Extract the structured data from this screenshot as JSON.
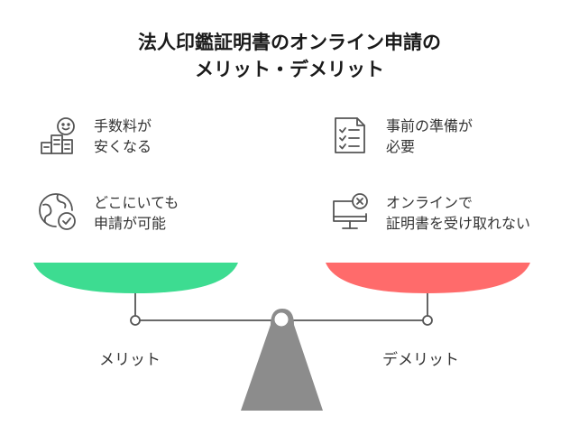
{
  "title": {
    "line1": "法人印鑑証明書のオンライン申請の",
    "line2": "メリット・デメリット"
  },
  "merits": [
    {
      "icon": "happy-building-icon",
      "line1": "手数料が",
      "line2": "安くなる"
    },
    {
      "icon": "globe-check-icon",
      "line1": "どこにいても",
      "line2": "申請が可能"
    }
  ],
  "demerits": [
    {
      "icon": "checklist-icon",
      "line1": "事前の準備が",
      "line2": "必要"
    },
    {
      "icon": "monitor-x-icon",
      "line1": "オンラインで",
      "line2": "証明書を受け取れない"
    }
  ],
  "labels": {
    "merit": "メリット",
    "demerit": "デメリット"
  },
  "colors": {
    "merit": "#3ddc91",
    "demerit": "#ff6b6b",
    "stand": "#8c8c8c",
    "line": "#555555"
  }
}
